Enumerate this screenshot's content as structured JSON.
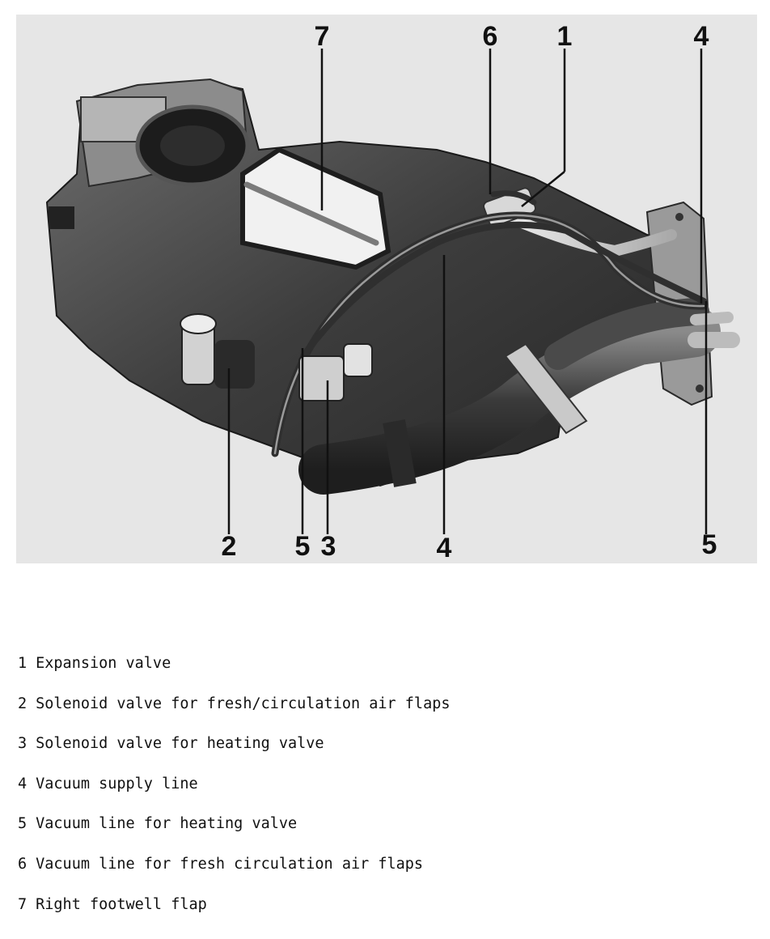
{
  "figure": {
    "callouts": [
      "7",
      "6",
      "1",
      "4",
      "2",
      "5",
      "3",
      "4",
      "5"
    ]
  },
  "legend": [
    {
      "num": "1",
      "text": "Expansion valve"
    },
    {
      "num": "2",
      "text": "Solenoid valve for fresh/circulation air flaps"
    },
    {
      "num": "3",
      "text": "Solenoid valve for heating valve"
    },
    {
      "num": "4",
      "text": "Vacuum supply line"
    },
    {
      "num": "5",
      "text": "Vacuum line for heating valve"
    },
    {
      "num": "6",
      "text": "Vacuum line for fresh circulation air flaps"
    },
    {
      "num": "7",
      "text": "Right footwell flap"
    }
  ]
}
